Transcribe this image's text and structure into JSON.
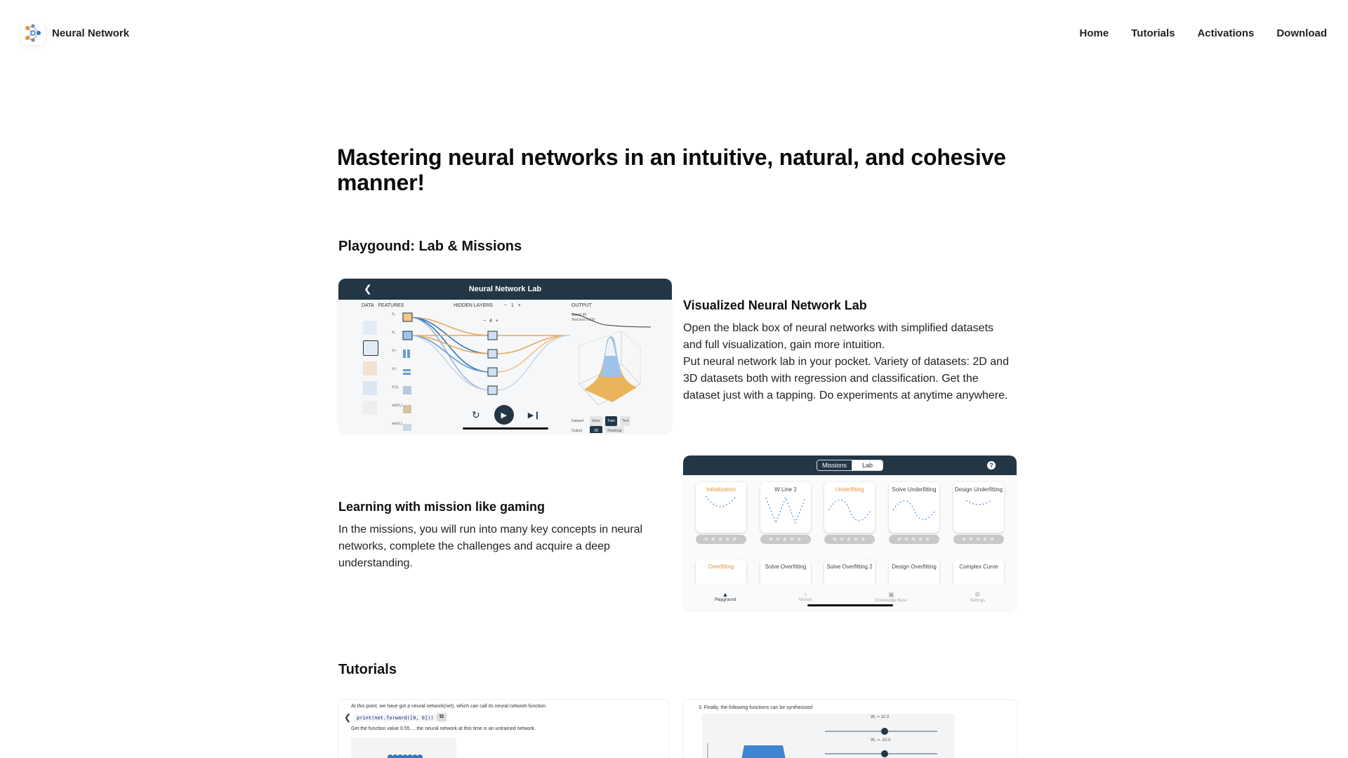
{
  "brand": {
    "name": "Neural Network"
  },
  "nav": {
    "home": "Home",
    "tutorials": "Tutorials",
    "activations": "Activations",
    "download": "Download"
  },
  "hero": {
    "title": "Mastering neural networks in an intuitive, natural, and cohesive manner!"
  },
  "playground": {
    "section_title": "Playgound: Lab & Missions",
    "lab": {
      "title": "Visualized Neural Network Lab",
      "text_1": "Open the black box of neural networks with simplified datasets and full visualization, gain more intuition.",
      "text_2": "Put neural network lab in your pocket. Variety of datasets: 2D and 3D datasets both with regression and classification. Get the dataset just with a tapping. Do experiments at anytime anywhere."
    },
    "missions": {
      "title": "Learning with mission like gaming",
      "text": "In the missions, you will run into many key concepts in neural networks, complete the challenges and acquire a deep understanding."
    }
  },
  "lab_screenshot": {
    "title": "Neural Network Lab",
    "data_label": "DATA",
    "features_label": "FEATURES",
    "hidden_layers_label": "HIDDEN LAYERS",
    "layer_count": "1",
    "neuron_count": "4",
    "output_label": "OUTPUT",
    "epoch": "Epoch 49",
    "test_loss": "Test loss 0.030",
    "dataset_label": "Dataset",
    "output_opt_label": "Output",
    "dataset_options": [
      "None",
      "Train",
      "Test"
    ],
    "output_options": [
      "3D",
      "Heatmap"
    ],
    "feature_labels": [
      "X₁",
      "X₂",
      "X₁²",
      "X₂²",
      "X₁X₂",
      "sin(X₁)",
      "sin(X₂)"
    ]
  },
  "missions_screenshot": {
    "segments": [
      "Missions",
      "Lab"
    ],
    "help_glyph": "?",
    "row1": [
      {
        "label": "Initialization",
        "accent": true
      },
      {
        "label": "W Line 2",
        "accent": false
      },
      {
        "label": "Underfitting",
        "accent": true
      },
      {
        "label": "Solve Underfitting",
        "accent": false
      },
      {
        "label": "Design Underfitting",
        "accent": false
      }
    ],
    "row2": [
      {
        "label": "Overfitting",
        "accent": true
      },
      {
        "label": "Solve Overfitting",
        "accent": false
      },
      {
        "label": "Solve Overfitting 2",
        "accent": false
      },
      {
        "label": "Design Overfitting",
        "accent": false
      },
      {
        "label": "Complex Curve",
        "accent": false
      }
    ],
    "tabs": [
      "Playground",
      "Models",
      "Knowledge Base",
      "Settings"
    ]
  },
  "tutorials": {
    "section_title": "Tutorials",
    "card1": {
      "line1": "At this point, we have got a neural network(net), which can call its neural network function.",
      "code": "print(net.forward([0, 0]))",
      "line2": "Get the function value 0.55..., the neural network at this time is an untrained network."
    },
    "card2": {
      "line1": "3. Finally, the following functions can be synthesized",
      "slider1": "W₁ = 10.0",
      "slider2": "W₂ = -10.0"
    }
  },
  "colors": {
    "accent_orange": "#e8913a",
    "accent_blue": "#2f78c4",
    "dark_bar": "#233646"
  }
}
